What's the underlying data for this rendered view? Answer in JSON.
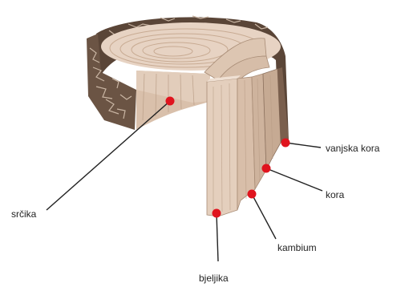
{
  "labels": {
    "srcika": "srčika",
    "bjeljika": "bjeljika",
    "kambium": "kambium",
    "kora": "kora",
    "vanjska_kora": "vanjska kora"
  },
  "colors": {
    "marker": "#e0141e",
    "wood_face": "#e7d3c3",
    "wood_side": "#d7bba5",
    "wood_grain": "#b89c85",
    "bark_dark": "#5a4537",
    "bark_light": "#b9a391",
    "line": "#222222"
  }
}
